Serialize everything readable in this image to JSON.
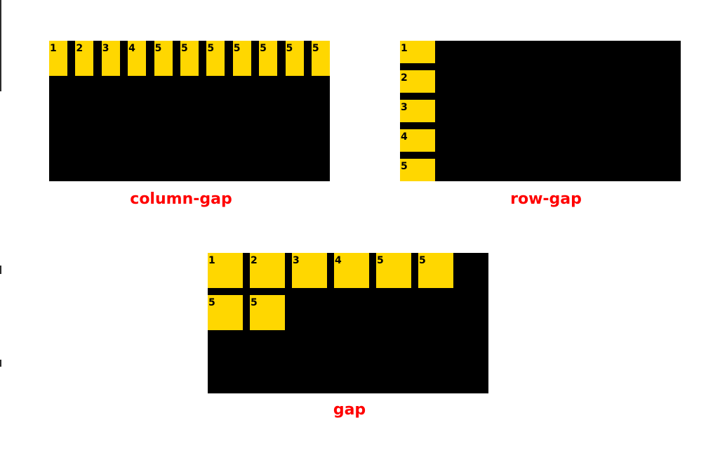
{
  "colors": {
    "container": "#000000",
    "item": "#ffd700",
    "caption": "#ff0000"
  },
  "column_gap": {
    "items": [
      "1",
      "2",
      "3",
      "4",
      "5",
      "5",
      "5",
      "5",
      "5",
      "5",
      "5"
    ],
    "caption": "column-gap"
  },
  "row_gap": {
    "items": [
      "1",
      "2",
      "3",
      "4",
      "5"
    ],
    "caption": "row-gap"
  },
  "gap": {
    "items": [
      "1",
      "2",
      "3",
      "4",
      "5",
      "5",
      "5",
      "5"
    ],
    "caption": "gap"
  }
}
